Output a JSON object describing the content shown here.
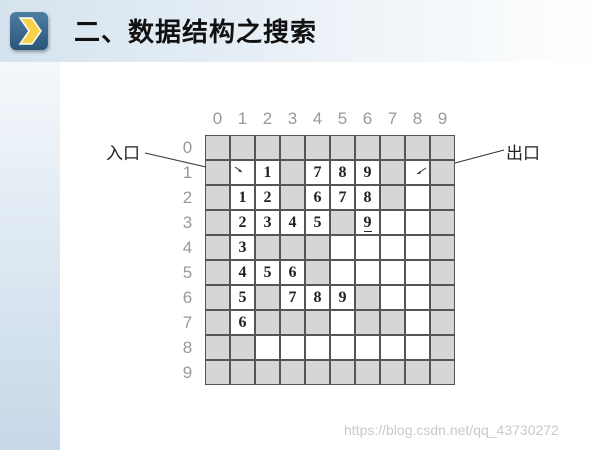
{
  "slide": {
    "title": "二、数据结构之搜索",
    "logo_icon": "chevron-right-icon"
  },
  "maze": {
    "column_labels": [
      "0",
      "1",
      "2",
      "3",
      "4",
      "5",
      "6",
      "7",
      "8",
      "9"
    ],
    "row_labels": [
      "0",
      "1",
      "2",
      "3",
      "4",
      "5",
      "6",
      "7",
      "8",
      "9"
    ],
    "cells": [
      [
        "W",
        "W",
        "W",
        "W",
        "W",
        "W",
        "W",
        "W",
        "W",
        "W"
      ],
      [
        "W",
        "O",
        "O",
        "W",
        "O",
        "O",
        "O",
        "W",
        "O",
        "W"
      ],
      [
        "W",
        "O",
        "O",
        "W",
        "O",
        "O",
        "O",
        "W",
        "O",
        "W"
      ],
      [
        "W",
        "O",
        "O",
        "O",
        "O",
        "W",
        "O",
        "O",
        "O",
        "W"
      ],
      [
        "W",
        "O",
        "W",
        "W",
        "W",
        "O",
        "O",
        "O",
        "O",
        "W"
      ],
      [
        "W",
        "O",
        "O",
        "O",
        "W",
        "O",
        "O",
        "O",
        "O",
        "W"
      ],
      [
        "W",
        "O",
        "W",
        "O",
        "O",
        "O",
        "W",
        "O",
        "O",
        "W"
      ],
      [
        "W",
        "O",
        "W",
        "W",
        "W",
        "O",
        "W",
        "W",
        "O",
        "W"
      ],
      [
        "W",
        "W",
        "O",
        "O",
        "O",
        "O",
        "O",
        "O",
        "O",
        "W"
      ],
      [
        "W",
        "W",
        "W",
        "W",
        "W",
        "W",
        "W",
        "W",
        "W",
        "W"
      ]
    ],
    "step_numbers": [
      {
        "row": 1,
        "col": 2,
        "text": "1"
      },
      {
        "row": 1,
        "col": 4,
        "text": "7"
      },
      {
        "row": 1,
        "col": 5,
        "text": "8"
      },
      {
        "row": 1,
        "col": 6,
        "text": "9"
      },
      {
        "row": 2,
        "col": 1,
        "text": "1"
      },
      {
        "row": 2,
        "col": 2,
        "text": "2"
      },
      {
        "row": 2,
        "col": 4,
        "text": "6"
      },
      {
        "row": 2,
        "col": 5,
        "text": "7"
      },
      {
        "row": 2,
        "col": 6,
        "text": "8"
      },
      {
        "row": 3,
        "col": 1,
        "text": "2"
      },
      {
        "row": 3,
        "col": 2,
        "text": "3"
      },
      {
        "row": 3,
        "col": 3,
        "text": "4"
      },
      {
        "row": 3,
        "col": 4,
        "text": "5"
      },
      {
        "row": 3,
        "col": 6,
        "text": "9",
        "underline": true
      },
      {
        "row": 4,
        "col": 1,
        "text": "3"
      },
      {
        "row": 5,
        "col": 1,
        "text": "4"
      },
      {
        "row": 5,
        "col": 2,
        "text": "5"
      },
      {
        "row": 5,
        "col": 3,
        "text": "6"
      },
      {
        "row": 6,
        "col": 1,
        "text": "5"
      },
      {
        "row": 6,
        "col": 3,
        "text": "7"
      },
      {
        "row": 6,
        "col": 4,
        "text": "8"
      },
      {
        "row": 6,
        "col": 5,
        "text": "9"
      },
      {
        "row": 7,
        "col": 1,
        "text": "6"
      }
    ],
    "entrance": {
      "label": "入口",
      "row": 1,
      "col": 1
    },
    "exit": {
      "label": "出口",
      "row": 1,
      "col": 8
    }
  },
  "watermark": "https://blog.csdn.net/qq_43730272",
  "colors": {
    "wall": "#d6d6d6",
    "open": "#ffffff",
    "grid_line": "#555555",
    "index_label": "#999999"
  }
}
